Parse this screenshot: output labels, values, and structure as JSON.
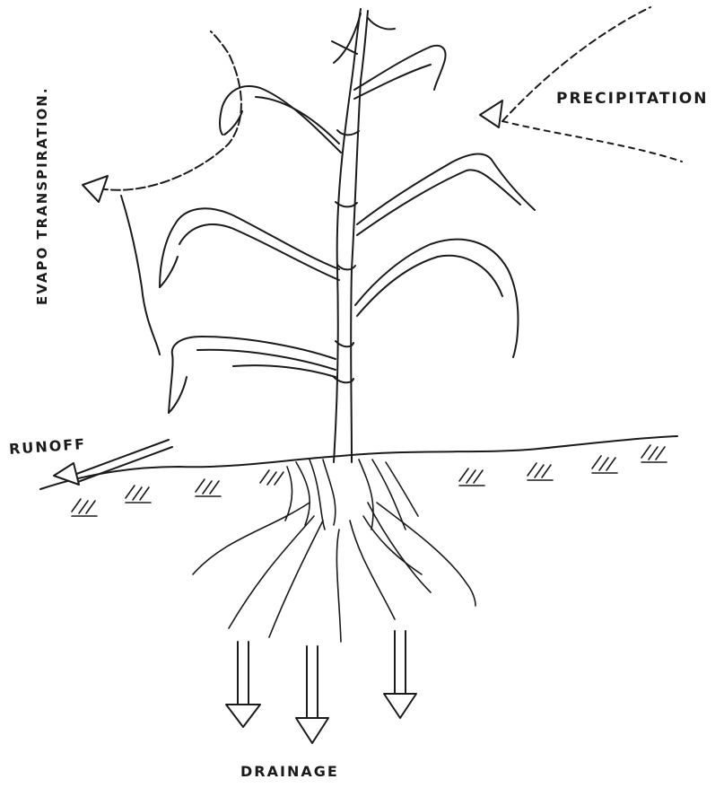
{
  "labels": {
    "precipitation": "PRECIPITATION",
    "evapotranspiration": "EVAPO TRANSPIRATION.",
    "runoff": "RUNOFF",
    "drainage": "DRAINAGE"
  },
  "colors": {
    "ink": "#1b1b1b",
    "background": "#ffffff"
  }
}
